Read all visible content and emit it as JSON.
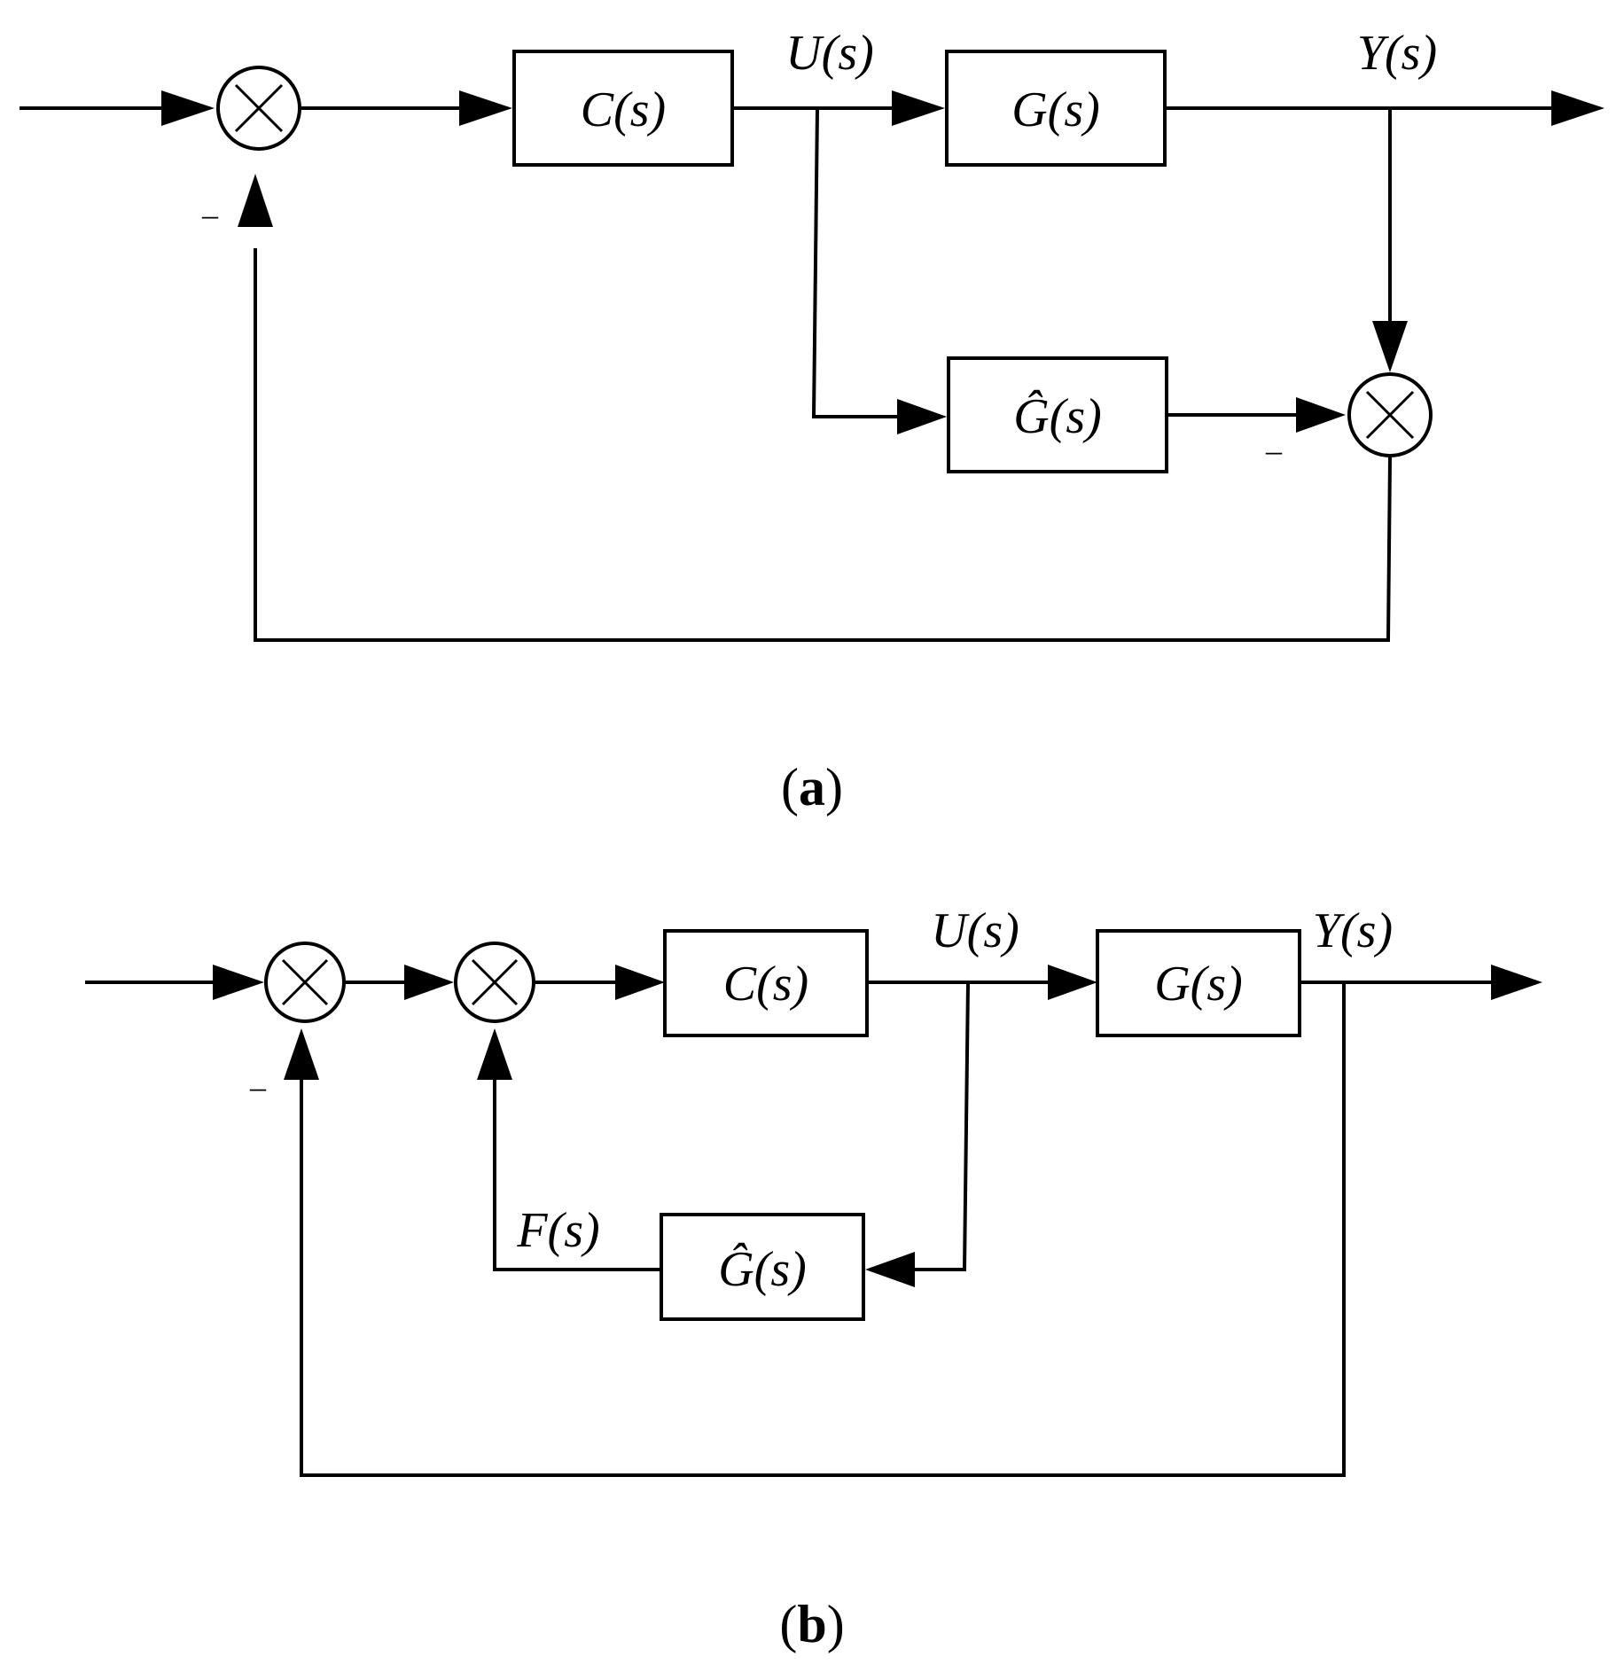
{
  "diagram_a": {
    "blocks": {
      "controller": "C(s)",
      "plant": "G(s)",
      "model": "Ĝ(s)"
    },
    "signals": {
      "control": "U(s)",
      "output": "Y(s)"
    },
    "signs": {
      "feedback_minus": "_",
      "model_minus": "_"
    },
    "caption": {
      "open": "(",
      "letter": "a",
      "close": ")"
    }
  },
  "diagram_b": {
    "blocks": {
      "controller": "C(s)",
      "plant": "G(s)",
      "model": "Ĝ(s)"
    },
    "signals": {
      "control": "U(s)",
      "output": "Y(s)",
      "model_out": "F(s)"
    },
    "signs": {
      "feedback_minus": "_"
    },
    "caption": {
      "open": "(",
      "letter": "b",
      "close": ")"
    }
  }
}
